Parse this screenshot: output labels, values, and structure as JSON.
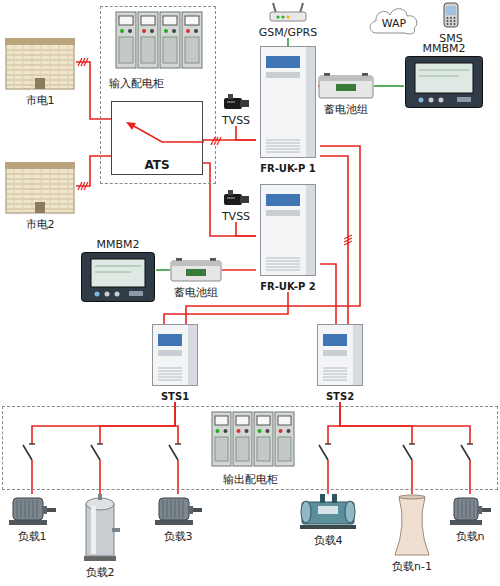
{
  "diagram": {
    "nodes": [
      {
        "text": [
          "输入配电柜"
        ]
      },
      {
        "text": [
          "市电1"
        ]
      },
      {
        "text": [
          "ATS"
        ],
        "in": 0
      },
      {
        "text": [
          "市电2"
        ]
      },
      {
        "text": [
          "TVSS"
        ]
      },
      {
        "text": [
          "FR-UK-P 1"
        ]
      },
      {
        "text": [
          "GSM/GPRS"
        ]
      },
      {
        "text": [
          "WAP"
        ]
      },
      {
        "text": [
          "SMS"
        ]
      },
      {
        "text": [
          "蓄电池组"
        ]
      },
      {
        "text": [
          "MMBM2"
        ]
      },
      {
        "text": [
          "TVSS"
        ]
      },
      {
        "text": [
          "FR-UK-P 2"
        ]
      },
      {
        "text": [
          "MMBM2"
        ]
      },
      {
        "text": [
          "蓄电池组"
        ]
      },
      {
        "text": [
          "STS1"
        ]
      },
      {
        "text": [
          "STS2"
        ]
      },
      {
        "text": [
          "输出配电柜"
        ]
      },
      {
        "text": [
          "负载1"
        ]
      },
      {
        "text": [
          "负载2"
        ]
      },
      {
        "text": [
          "负载3"
        ]
      },
      {
        "text": [
          "负载4"
        ]
      },
      {
        "text": [
          "负载n-1"
        ]
      },
      {
        "text": [
          "负载n"
        ]
      }
    ],
    "edges": [
      {
        "from": 1,
        "to": 2,
        "arrow": "none"
      },
      {
        "from": 3,
        "to": 2,
        "arrow": "none"
      },
      {
        "from": 2,
        "to": 5,
        "arrow": "none"
      },
      {
        "from": 4,
        "to": 5,
        "arrow": "none"
      },
      {
        "from": 2,
        "to": 12,
        "arrow": "none"
      },
      {
        "from": 11,
        "to": 12,
        "arrow": "none"
      },
      {
        "from": 5,
        "to": 6,
        "arrow": "none"
      },
      {
        "from": 5,
        "to": 9,
        "arrow": "none"
      },
      {
        "from": 9,
        "to": 10,
        "arrow": "none"
      },
      {
        "from": 12,
        "to": 14,
        "arrow": "none"
      },
      {
        "from": 14,
        "to": 13,
        "arrow": "none"
      },
      {
        "from": 5,
        "to": 15,
        "arrow": "none"
      },
      {
        "from": 5,
        "to": 16,
        "arrow": "none"
      },
      {
        "from": 12,
        "to": 15,
        "arrow": "none"
      },
      {
        "from": 12,
        "to": 16,
        "arrow": "none"
      },
      {
        "from": 15,
        "to": 18,
        "arrow": "none"
      },
      {
        "from": 15,
        "to": 19,
        "arrow": "none"
      },
      {
        "from": 15,
        "to": 20,
        "arrow": "none"
      },
      {
        "from": 16,
        "to": 21,
        "arrow": "none"
      },
      {
        "from": 16,
        "to": 22,
        "arrow": "none"
      },
      {
        "from": 16,
        "to": 23,
        "arrow": "none"
      }
    ]
  }
}
